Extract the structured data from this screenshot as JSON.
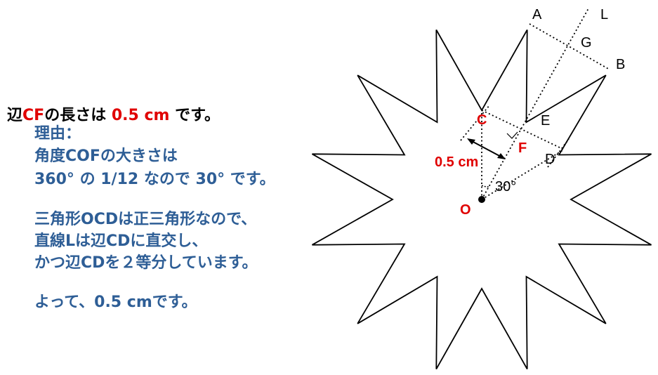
{
  "explanation": {
    "title": {
      "part1": "辺",
      "part2": "CF",
      "part3": "の長さは ",
      "part4": "0.5 cm",
      "part5": " です。"
    },
    "reason_heading": "理由：",
    "line1": "角度COFの大きさは",
    "line2": "360° の 1/12 なので 30° です。",
    "line3": "三角形OCDは正三角形なので、",
    "line4": "直線Lは辺CDに直交し、",
    "line5": "かつ辺CDを２等分しています。",
    "line6": "よって、0.5 cmです。"
  },
  "figure": {
    "points": {
      "A": "A",
      "B": "B",
      "C": "C",
      "D": "D",
      "E": "E",
      "F": "F",
      "G": "G",
      "L": "L",
      "O": "O"
    },
    "length_label": "0.5 cm",
    "angle_label": "30°",
    "colors": {
      "highlight": "#e00000",
      "text_blue": "#2e5e96",
      "line": "#000000"
    }
  }
}
